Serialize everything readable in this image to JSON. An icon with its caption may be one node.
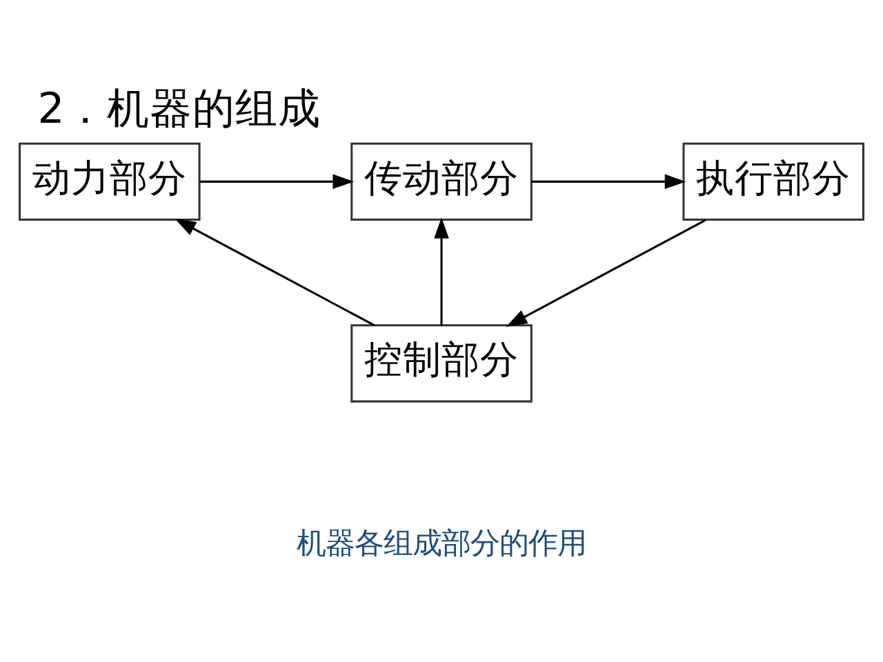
{
  "diagram": {
    "title": "2．机器的组成",
    "nodes": [
      {
        "text": [
          "动力部分"
        ]
      },
      {
        "text": [
          "传动部分"
        ]
      },
      {
        "text": [
          "执行部分"
        ]
      },
      {
        "text": [
          "控制部分"
        ]
      }
    ],
    "edges": [
      {
        "from": 0,
        "to": 1,
        "arrow": "to"
      },
      {
        "from": 1,
        "to": 2,
        "arrow": "to"
      },
      {
        "from": 2,
        "to": 3,
        "arrow": "to"
      },
      {
        "from": 3,
        "to": 0,
        "arrow": "to"
      },
      {
        "from": 3,
        "to": 1,
        "arrow": "to"
      }
    ],
    "labels": [
      "机器各组成部分的作用"
    ]
  }
}
